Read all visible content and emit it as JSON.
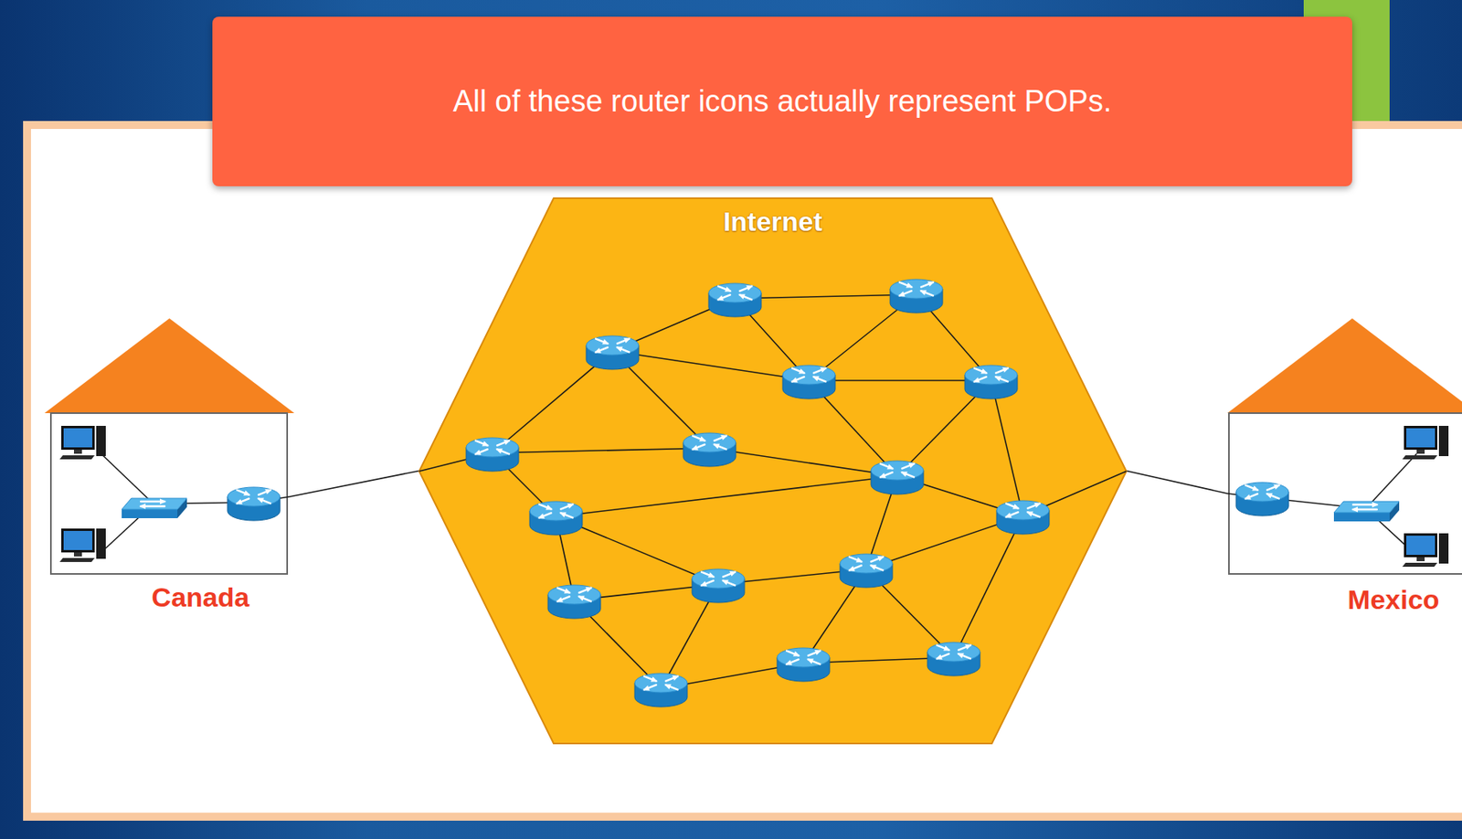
{
  "diagram": {
    "nodes": [
      {
        "text": [
          "All of these router icons actually represent POPs."
        ]
      },
      {
        "text": [
          "Canada"
        ]
      },
      {
        "text": [
          "Internet"
        ]
      },
      {
        "text": [
          "Mexico"
        ]
      }
    ],
    "edges": [
      {
        "from": 1,
        "to": 2,
        "arrow": "none"
      },
      {
        "from": 2,
        "to": 3,
        "arrow": "none"
      }
    ]
  }
}
